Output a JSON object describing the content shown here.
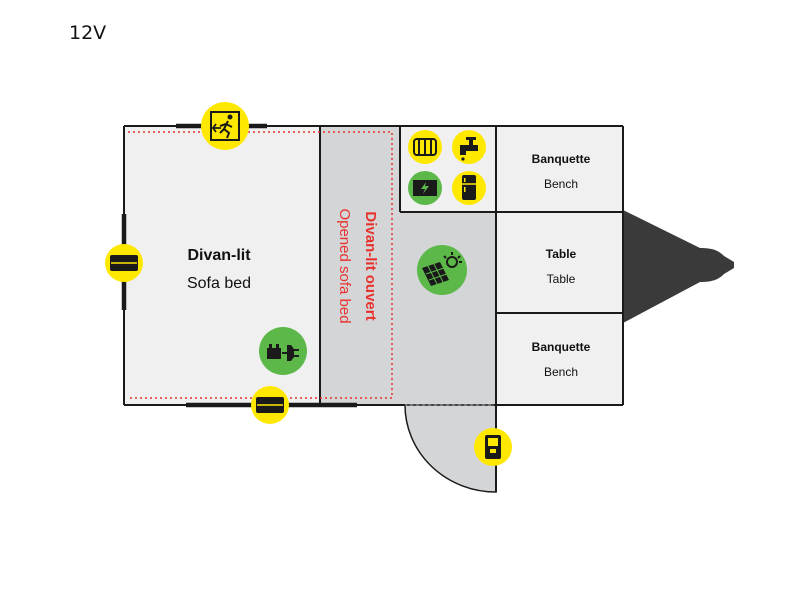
{
  "title": "12V",
  "rooms": {
    "sofa_bed": {
      "label_fr": "Divan-lit",
      "label_en": "Sofa bed"
    },
    "opened_sofa_bed": {
      "label_fr": "Divan-lit ouvert",
      "label_en": "Opened sofa bed"
    },
    "bench_top": {
      "label_fr": "Banquette",
      "label_en": "Bench"
    },
    "table": {
      "label_fr": "Table",
      "label_en": "Table"
    },
    "bench_bottom": {
      "label_fr": "Banquette",
      "label_en": "Bench"
    }
  },
  "icons": [
    "emergency-exit-icon",
    "window-icon",
    "heater-icon",
    "faucet-icon",
    "battery-icon",
    "refrigerator-icon",
    "solar-panel-icon",
    "shore-power-icon",
    "door-lock-icon"
  ],
  "colors": {
    "wall": "#1a1a1a",
    "floor_light": "#f0f0f0",
    "floor_grey": "#d4d5d7",
    "badge_yellow": "#ffe800",
    "badge_green": "#5db84a",
    "dashed_red": "#e8322e",
    "hitch": "#3a3a3a"
  }
}
